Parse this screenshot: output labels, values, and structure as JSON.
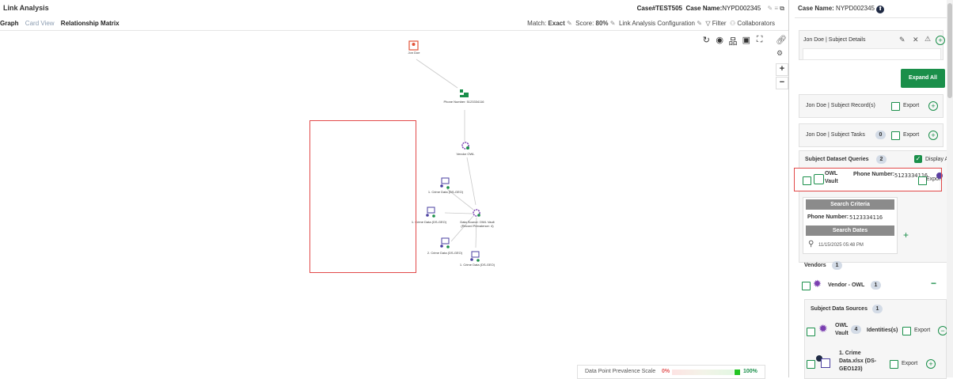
{
  "header": {
    "title": "Link Analysis",
    "case_id_label": "Case#TEST505",
    "case_name_label": "Case Name:",
    "case_name_value": "NYPD002345"
  },
  "tabs": [
    {
      "label": "Graph",
      "active": true
    },
    {
      "label": "Card View",
      "active": false
    },
    {
      "label": "Relationship Matrix",
      "active": false
    }
  ],
  "toolbar": {
    "match_label": "Match:",
    "match_value": "Exact",
    "score_label": "Score:",
    "score_value": "80%",
    "config_label": "Link Analysis Configuration",
    "filter_label": "Filter",
    "collaborators_label": "Collaborators"
  },
  "graph": {
    "nodes": [
      {
        "label": "Jon Doe",
        "icon": "person-icon",
        "color": "#e2553a"
      },
      {
        "label": "Phone Number: 5123334116",
        "icon": "phone-icon",
        "color": "#1a8f4a"
      },
      {
        "label": "Vendor OWL",
        "icon": "vendor-icon",
        "color": "#7a3fb0"
      },
      {
        "label": "1. Crime Data (DS-GEO)",
        "icon": "datasource-icon",
        "color": "#4a3fa0"
      },
      {
        "label": "1. Crime Data (DS-GEO)",
        "icon": "datasource-icon",
        "color": "#4a3fa0"
      },
      {
        "label": "Data Source: OWL Vault (Record Prevalence: 4)",
        "icon": "vault-icon",
        "color": "#7a3fb0"
      },
      {
        "label": "2. Crime Data (DS-GEO)",
        "icon": "datasource-icon",
        "color": "#4a3fa0"
      },
      {
        "label": "1. Crime Data (DS-GEO)",
        "icon": "datasource-icon",
        "color": "#4a3fa0"
      }
    ],
    "zoom_in": "+",
    "zoom_out": "−"
  },
  "scale": {
    "label": "Data Point Prevalence Scale",
    "min": "0%",
    "max": "100%"
  },
  "panel": {
    "case_name_label": "Case Name:",
    "case_name_value": "NYPD002345",
    "subject_details": "Jon Doe | Subject Details",
    "expand_all": "Expand All",
    "subject_records": "Jon Doe | Subject Record(s)",
    "subject_tasks": "Jon Doe | Subject Tasks",
    "subject_tasks_count": "0",
    "export": "Export",
    "dataset_queries_label": "Subject Dataset Queries",
    "dataset_queries_count": "2",
    "display_all": "Display All",
    "query": {
      "name_line1": "OWL",
      "name_line2": "Vault",
      "phone_label": "Phone Number:",
      "phone_value": "5123334116",
      "export": "Export"
    },
    "search_criteria_label": "Search Criteria",
    "search_criteria_value_label": "Phone Number:",
    "search_criteria_value": "5123334116",
    "search_dates_label": "Search Dates",
    "search_dates_value": "11/15/2025 05:48 PM",
    "vendors_label": "Vendors",
    "vendors_count": "1",
    "vendor_name": "Vendor - OWL",
    "vendor_count": "1",
    "data_sources_label": "Subject Data Sources",
    "data_sources_count": "1",
    "ds_owl_line1": "OWL",
    "ds_owl_line2": "Vault",
    "ds_owl_count": "4",
    "identities_label": "Identities(s)",
    "crime_line1": "1. Crime",
    "crime_line2": "Data.xlsx (DS-",
    "crime_line3": "GEO123)"
  }
}
